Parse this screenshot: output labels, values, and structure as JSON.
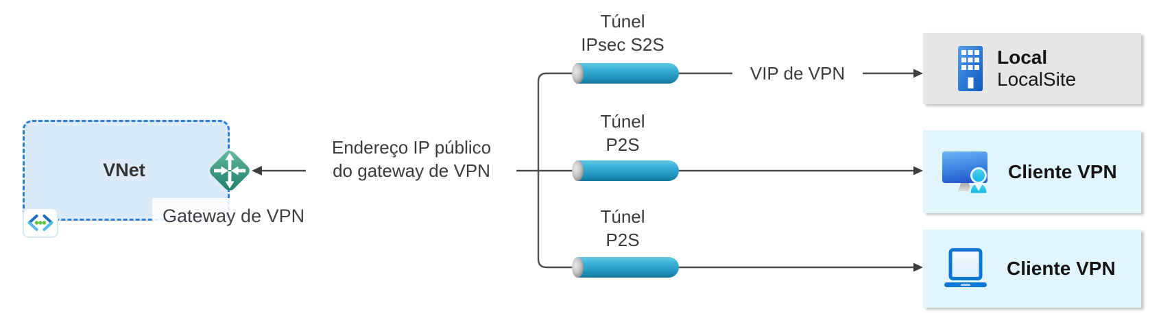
{
  "vnet": {
    "label": "VNet",
    "icon": "virtual-network-icon"
  },
  "gateway": {
    "label": "Gateway de VPN",
    "icon": "vpn-gateway-icon",
    "public_ip_line1": "Endereço IP público",
    "public_ip_line2": "do gateway de VPN"
  },
  "vip_label": "VIP de VPN",
  "tunnels": [
    {
      "line1": "Túnel",
      "line2": "IPsec S2S"
    },
    {
      "line1": "Túnel",
      "line2": "P2S"
    },
    {
      "line1": "Túnel",
      "line2": "P2S"
    }
  ],
  "endpoints": [
    {
      "title": "Local",
      "subtitle": "LocalSite",
      "icon": "building-icon"
    },
    {
      "title": "Cliente VPN",
      "icon": "desktop-user-icon"
    },
    {
      "title": "Cliente VPN",
      "icon": "laptop-icon"
    }
  ],
  "colors": {
    "vnet_fill": "#dbeaf8",
    "vnet_border": "#2b7fd9",
    "gateway_teal": "#2e8b74",
    "tunnel_blue": "#2fa9d3",
    "line_gray": "#4d4d4d",
    "box_gray": "#e6e6e6",
    "box_cyan": "#e1f6fc"
  }
}
